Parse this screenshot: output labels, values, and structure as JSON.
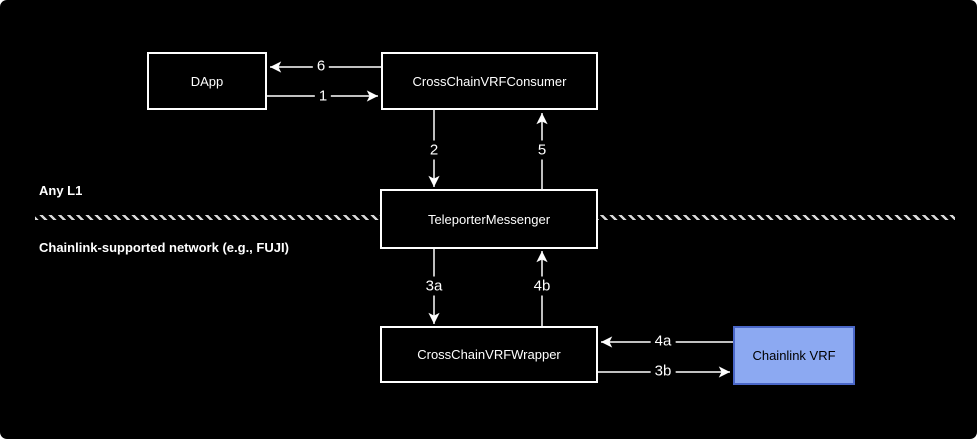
{
  "colors": {
    "background": "#000000",
    "stroke": "#ffffff",
    "chainlink_fill": "#8CA9F2",
    "chainlink_border": "#4A67C8"
  },
  "nodes": {
    "dapp": {
      "label": "DApp"
    },
    "consumer": {
      "label": "CrossChainVRFConsumer"
    },
    "messenger": {
      "label": "TeleporterMessenger"
    },
    "wrapper": {
      "label": "CrossChainVRFWrapper"
    },
    "chainlink_vrf": {
      "label": "Chainlink VRF"
    }
  },
  "regions": {
    "top_label": "Any L1",
    "bottom_label": "Chainlink-supported network (e.g., FUJI)"
  },
  "edges": {
    "e1": {
      "label": "1",
      "from": "DApp",
      "to": "CrossChainVRFConsumer"
    },
    "e2": {
      "label": "2",
      "from": "CrossChainVRFConsumer",
      "to": "TeleporterMessenger"
    },
    "e3a": {
      "label": "3a",
      "from": "TeleporterMessenger",
      "to": "CrossChainVRFWrapper"
    },
    "e3b": {
      "label": "3b",
      "from": "CrossChainVRFWrapper",
      "to": "Chainlink VRF"
    },
    "e4a": {
      "label": "4a",
      "from": "Chainlink VRF",
      "to": "CrossChainVRFWrapper"
    },
    "e4b": {
      "label": "4b",
      "from": "CrossChainVRFWrapper",
      "to": "TeleporterMessenger"
    },
    "e5": {
      "label": "5",
      "from": "TeleporterMessenger",
      "to": "CrossChainVRFConsumer"
    },
    "e6": {
      "label": "6",
      "from": "CrossChainVRFConsumer",
      "to": "DApp"
    }
  }
}
